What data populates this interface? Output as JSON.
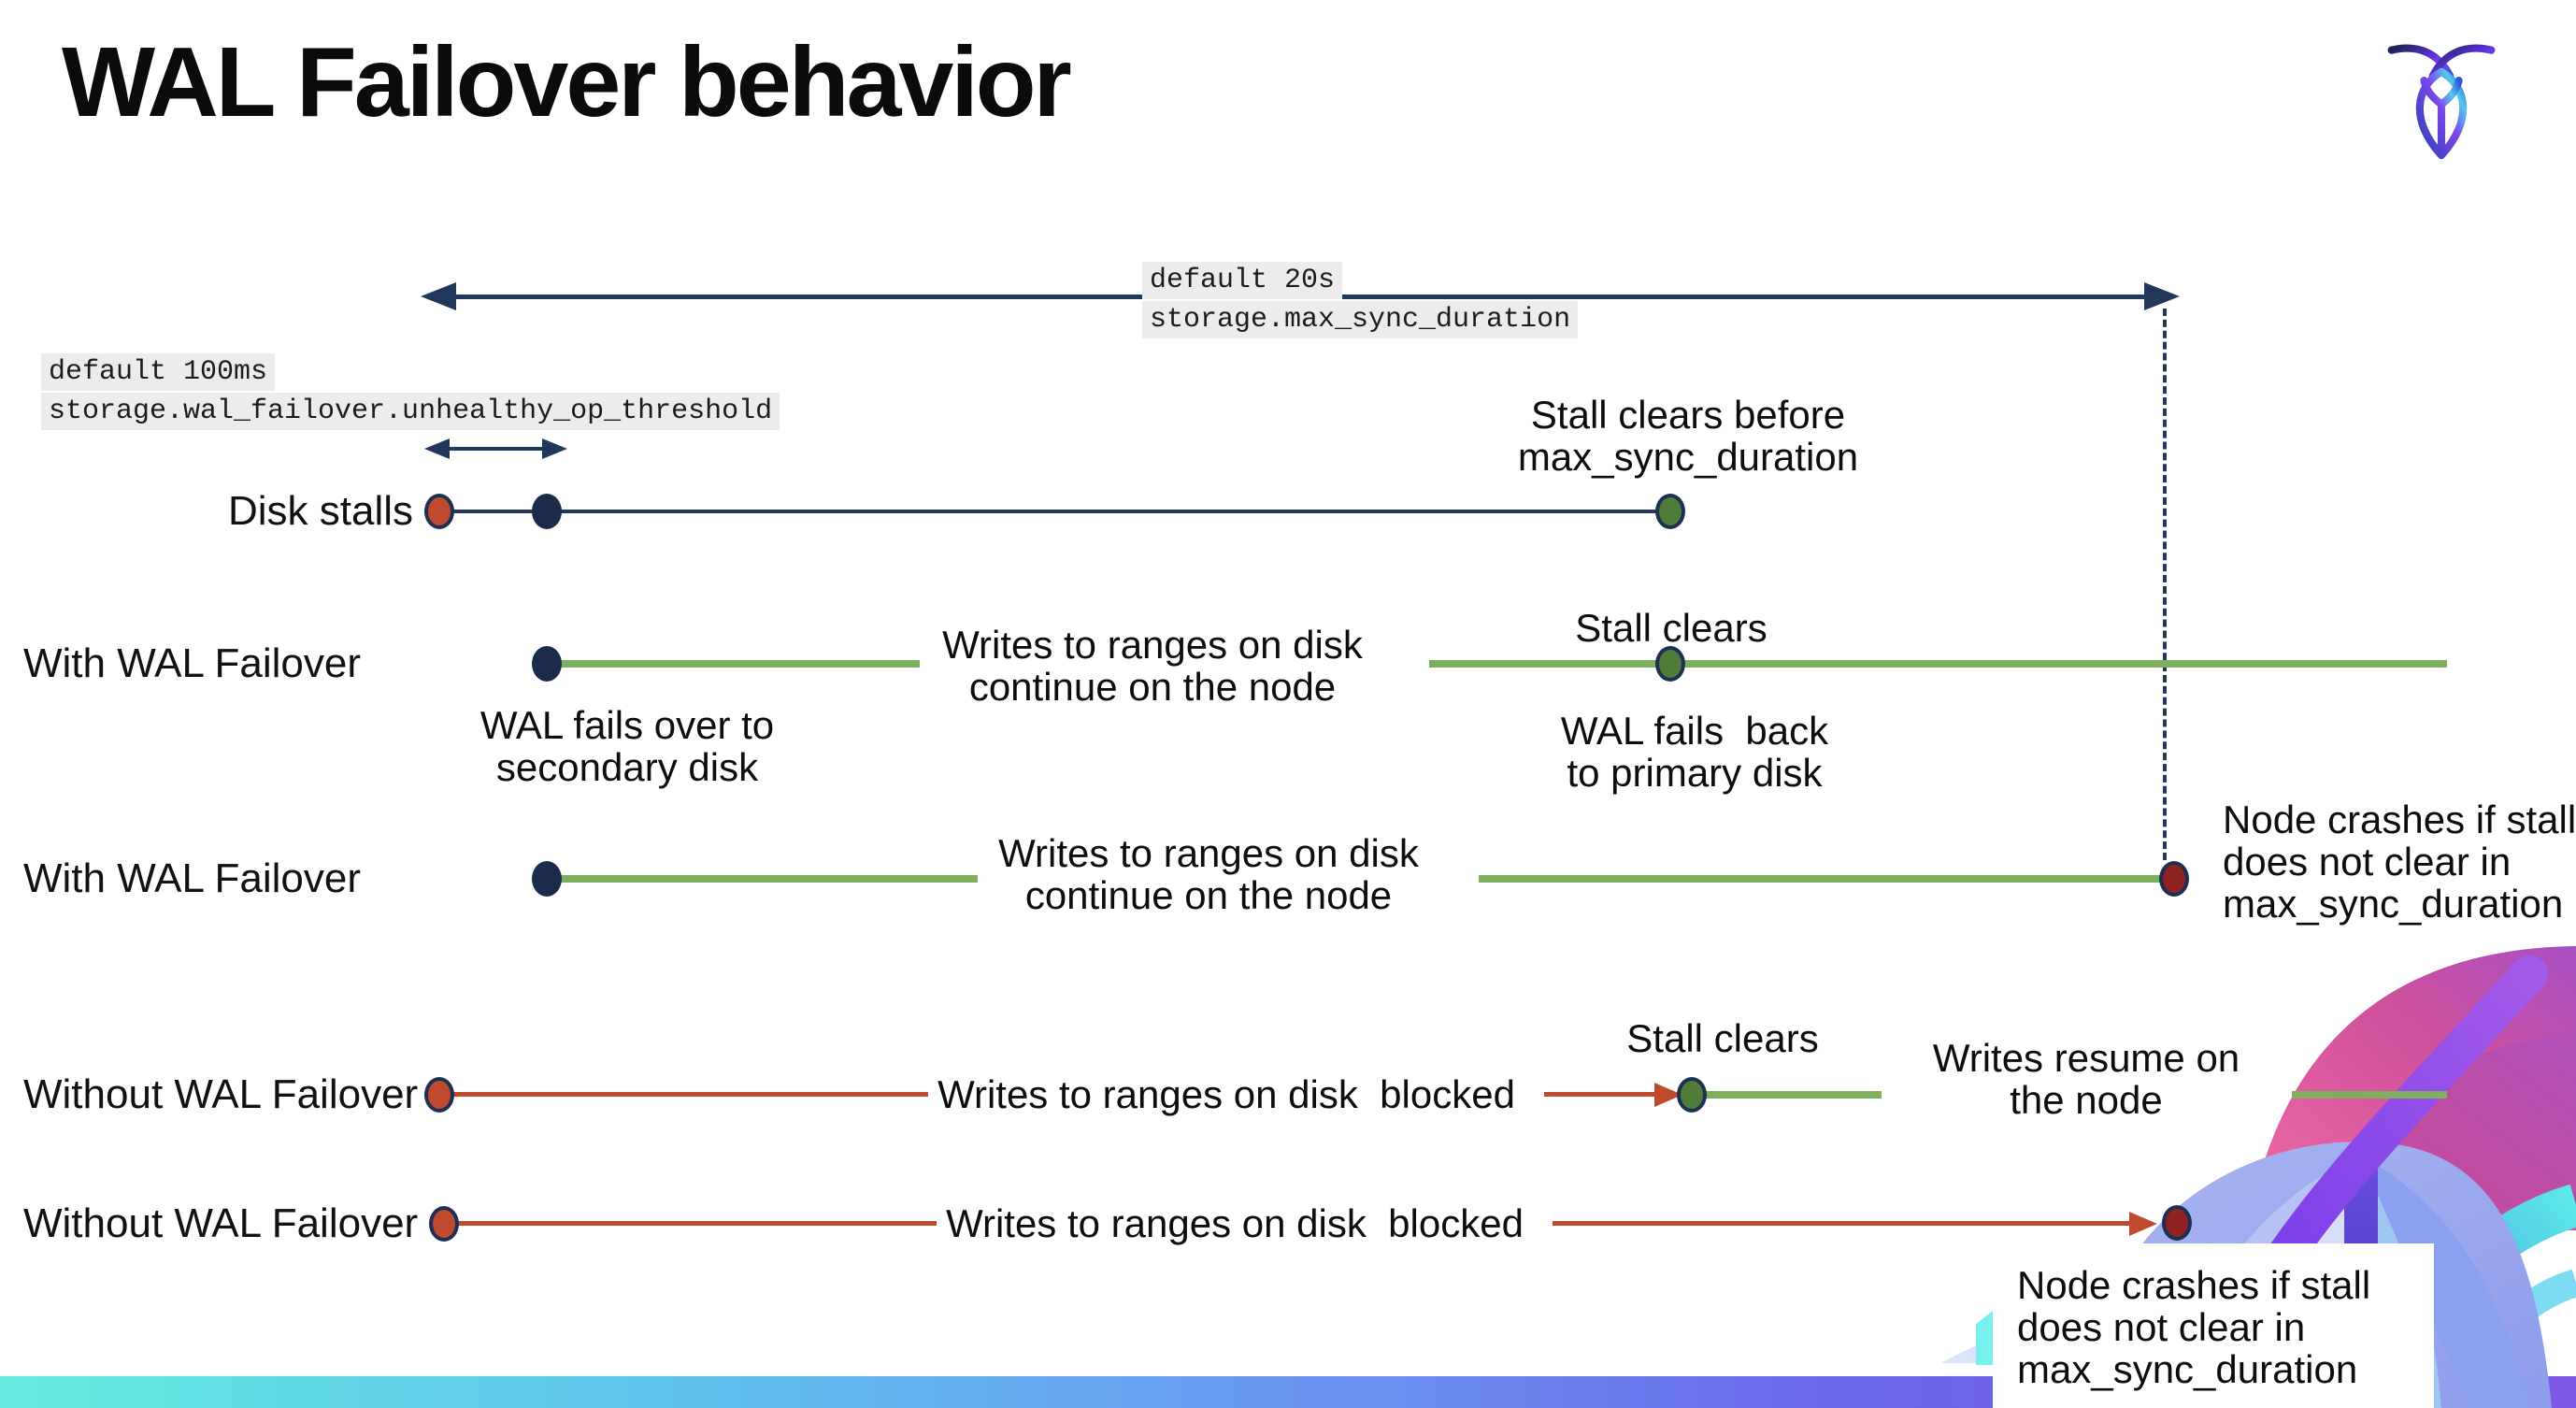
{
  "page": {
    "title": "WAL Failover behavior"
  },
  "config_annotations": {
    "max_sync_duration": {
      "default_label": "default 20s",
      "setting": "storage.max_sync_duration"
    },
    "unhealthy_op_threshold": {
      "default_label": "default 100ms",
      "setting": "storage.wal_failover.unhealthy_op_threshold"
    }
  },
  "rows": [
    {
      "label": "Disk stalls"
    },
    {
      "label": "With WAL Failover"
    },
    {
      "label": "With WAL Failover"
    },
    {
      "label": "Without WAL Failover"
    },
    {
      "label": "Without WAL Failover"
    }
  ],
  "notes": {
    "stall_clears_before_line1": "Stall clears before",
    "stall_clears_before_line2": "max_sync_duration",
    "stall_clears": "Stall clears",
    "writes_continue_line1": "Writes to ranges on disk",
    "writes_continue_line2": "continue on the node",
    "wal_fails_over_line1": "WAL fails over to",
    "wal_fails_over_line2": "secondary disk",
    "wal_fails_back_line1": "WAL fails  back",
    "wal_fails_back_line2": "to primary disk",
    "writes_blocked": "Writes to ranges on disk  blocked",
    "writes_resume_line1": "Writes resume on",
    "writes_resume_line2": "the node",
    "node_crash_line1": "Node crashes if stall",
    "node_crash_line2": "does not clear in",
    "node_crash_line3": "max_sync_duration"
  },
  "colors": {
    "navy": "#22375c",
    "green_line": "#7fae5f",
    "green_dot": "#4f7d39",
    "red_line": "#c04a2e",
    "red_dot": "#bf4a2f",
    "dark_red_dot": "#8e2321",
    "navy_dot": "#1d2b4a",
    "mono_label_bg": "#ececec",
    "bar_gradient_left": "#63ebdf",
    "bar_gradient_mid": "#6b93f2",
    "bar_gradient_right": "#7e57e6"
  }
}
